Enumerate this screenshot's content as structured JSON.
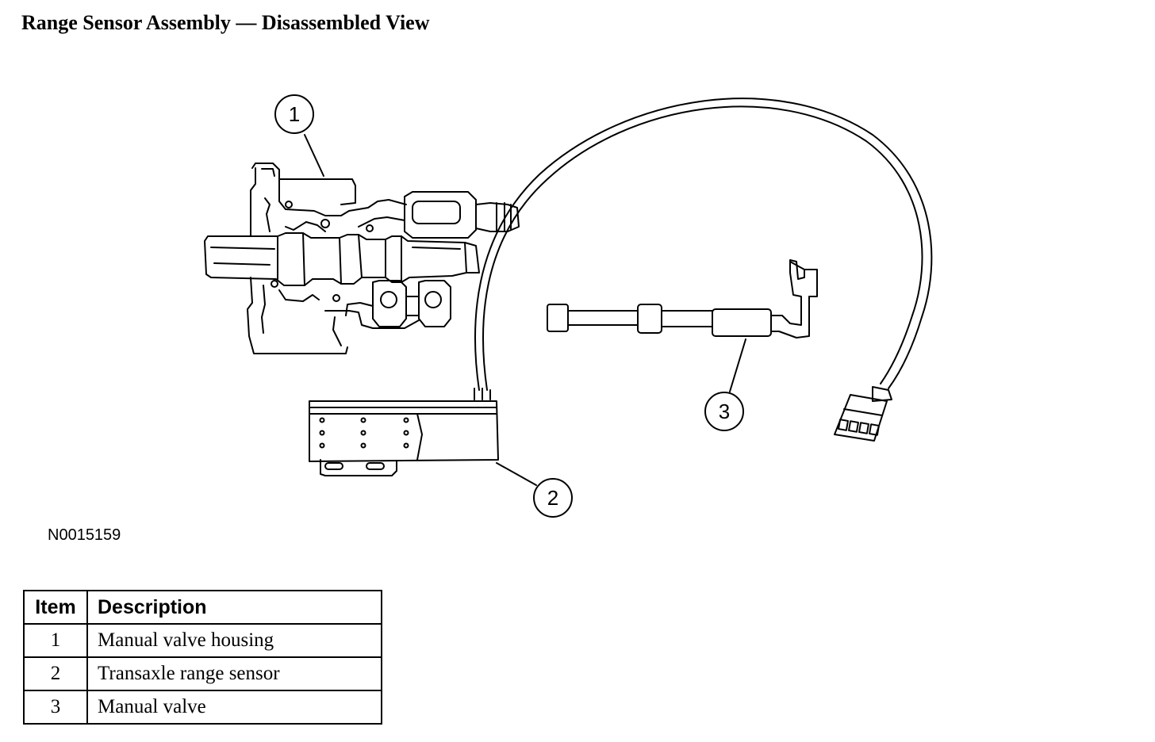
{
  "title": "Range Sensor Assembly — Disassembled View",
  "figure_id": "N0015159",
  "callouts": [
    "1",
    "2",
    "3"
  ],
  "table": {
    "headers": [
      "Item",
      "Description"
    ],
    "rows": [
      {
        "item": "1",
        "description": "Manual valve housing"
      },
      {
        "item": "2",
        "description": "Transaxle range sensor"
      },
      {
        "item": "3",
        "description": "Manual valve"
      }
    ]
  }
}
